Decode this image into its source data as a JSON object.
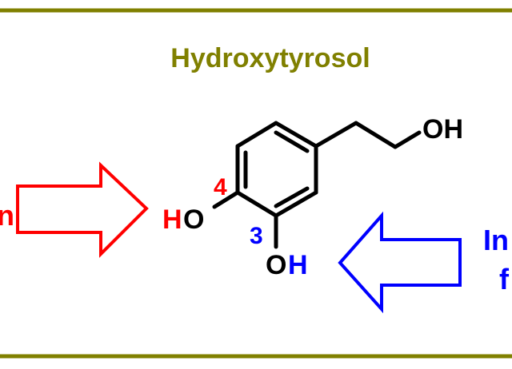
{
  "title": "Hydroxytyrosol",
  "left_arrow_label": "n",
  "right_arrow_label_line1": "In",
  "right_arrow_label_line2": "f",
  "atoms": {
    "side_chain_oh": "OH",
    "pos4_h": "H",
    "pos4_o": "O",
    "pos3_o": "O",
    "pos3_h": "H",
    "locant_4": "4",
    "locant_3": "3"
  },
  "colors": {
    "frame": "#808000",
    "title": "#808000",
    "left_arrow": "#ff0000",
    "right_arrow": "#0000ff",
    "locant_4": "#ff0000",
    "locant_3": "#0000ff",
    "bonds": "#000000"
  }
}
